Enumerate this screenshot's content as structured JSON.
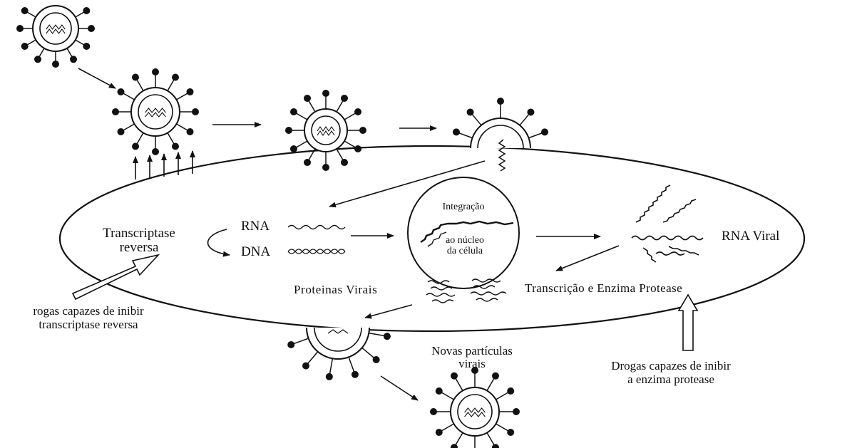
{
  "labels": {
    "transcriptase": "Transcriptase",
    "reversa": "reversa",
    "rna": "RNA",
    "dna": "DNA",
    "integracao": "Integração",
    "ao_nucleo": "ao núcleo",
    "da_celula": "da célula",
    "rna_viral": "RNA Viral",
    "proteinas_virais": "Proteinas Virais",
    "transcricao_protease": "Transcrição e Enzima Protease",
    "drogas_rt_line1": "rogas capazes de inibir",
    "drogas_rt_line2": "transcriptase reversa",
    "novas_line1": "Novas partículas",
    "novas_line2": "virais",
    "drogas_prot_line1": "Drogas capazes de inibir",
    "drogas_prot_line2": "a enzima protease"
  }
}
